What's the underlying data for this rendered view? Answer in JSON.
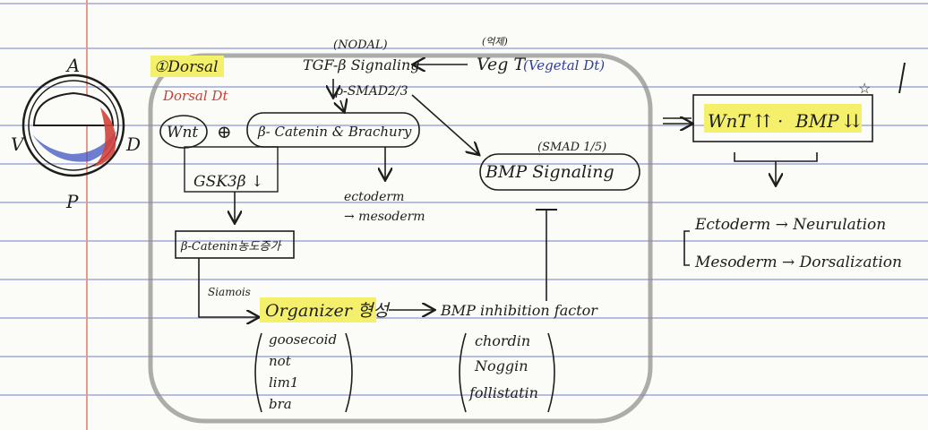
{
  "embryo": {
    "label_a": "A",
    "label_v": "V",
    "label_d": "D",
    "label_p": "P"
  },
  "header": {
    "dorsal_title": "①Dorsal",
    "dorsal_dt": "Dorsal Dt"
  },
  "nodal": {
    "note": "(NODAL)",
    "tgf": "TGF-β Signaling",
    "psmad": "p-SMAD2/3"
  },
  "vegt": {
    "note": "(억제)",
    "label": "Veg T",
    "sub": "(Vegetal Dt)"
  },
  "wnt_row": {
    "wnt": "Wnt",
    "plus": "⊕",
    "beta_brachyury": "β- Catenin & Brachury"
  },
  "bmp_signal": {
    "smad": "(SMAD 1/5)",
    "label": "BMP Signaling"
  },
  "gsk": {
    "label": "GSK3β ↓"
  },
  "germ": {
    "line1": "ectoderm",
    "line2": "→ mesoderm"
  },
  "beta_cat": {
    "label": "β-Catenin농도증가"
  },
  "organizer": {
    "signal": "Siamois",
    "label": "Organizer 형성",
    "genes": [
      "goosecoid",
      "not",
      "lim1",
      "bra"
    ]
  },
  "bmp_inhib": {
    "label": "BMP inhibition factor",
    "factors": [
      "chordin",
      "Noggin",
      "follistatin"
    ]
  },
  "result": {
    "wnt": "WnT ⇈",
    "dot": "·",
    "bmp": "BMP ⇊"
  },
  "outcomes": {
    "line1": "Ectoderm → Neurulation",
    "line2": "Mesoderm → Dorsalization"
  },
  "colors": {
    "ink": "#1d1d1d",
    "blue_ink": "#2c3ea0",
    "red_ink": "#c6403a",
    "highlight": "#f4f06b",
    "ruled_line": "#b8bde0",
    "margin_line": "#e79a8a"
  }
}
